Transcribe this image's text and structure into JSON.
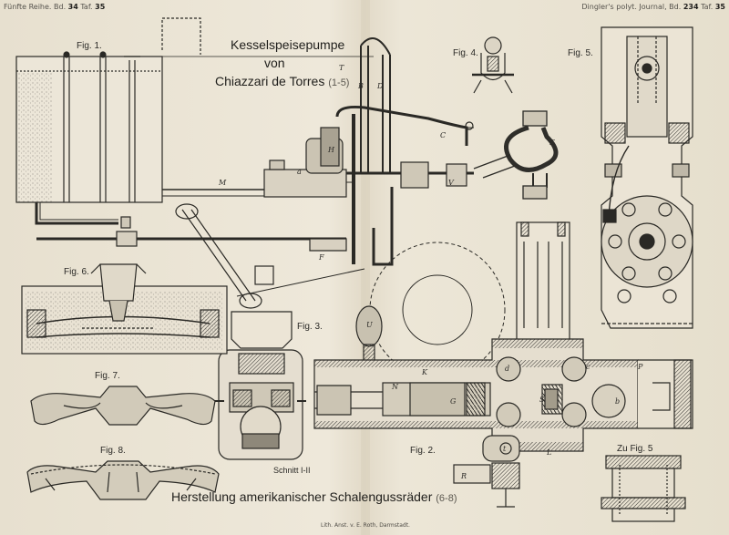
{
  "header": {
    "left_prefix": "Fünfte Reihe. Bd.",
    "left_volume": "34",
    "left_plate_prefix": "Taf.",
    "left_plate": "35",
    "right_prefix": "Dingler's polyt. Journal, Bd.",
    "right_volume": "234",
    "right_plate_prefix": "Taf.",
    "right_plate": "35"
  },
  "title": {
    "line1": "Kesselspeisepumpe",
    "line2": "von",
    "line3": "Chiazzari de Torres",
    "line3_refs": "(1-5)"
  },
  "section_title": {
    "text": "Herstellung amerikanischer Schalengussräder",
    "refs": "(6-8)"
  },
  "figures": {
    "fig1": "Fig. 1.",
    "fig2": "Fig. 2.",
    "fig3": "Fig. 3.",
    "fig4": "Fig. 4.",
    "fig5": "Fig. 5.",
    "fig6": "Fig. 6.",
    "fig7": "Fig. 7.",
    "fig8": "Fig. 8.",
    "zu_fig5": "Zu Fig. 5",
    "schnitt": "Schnitt I-II"
  },
  "imprint": "Lith. Anst. v. E. Roth, Darmstadt.",
  "letters": {
    "T": "T",
    "D": "D",
    "B": "B",
    "H": "H",
    "U": "U",
    "a": "a",
    "M": "M",
    "V": "V",
    "E": "E",
    "C": "C",
    "F": "F",
    "G": "G",
    "N": "N",
    "K": "K",
    "S": "S",
    "P": "P",
    "b": "b",
    "c": "c",
    "d": "d",
    "e": "e",
    "t": "t",
    "L": "L",
    "R": "R"
  }
}
